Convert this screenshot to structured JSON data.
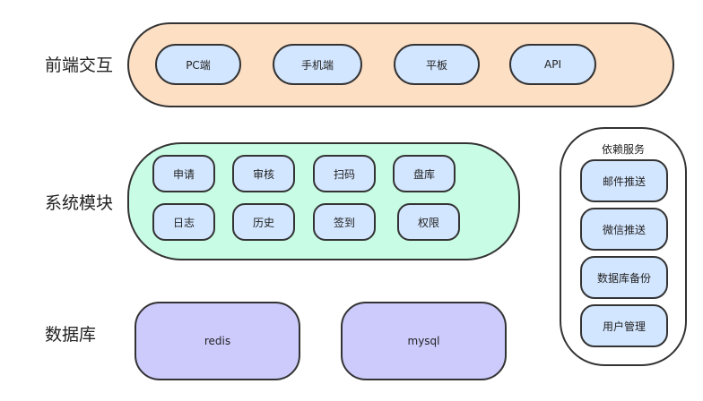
{
  "rows": {
    "frontend": "前端交互",
    "modules": "系统模块",
    "database": "数据库"
  },
  "frontend": {
    "items": [
      "PC端",
      "手机端",
      "平板",
      "API"
    ]
  },
  "modules": {
    "items": [
      "申请",
      "审核",
      "扫码",
      "盘库",
      "日志",
      "历史",
      "签到",
      "权限"
    ]
  },
  "database": {
    "items": [
      "redis",
      "mysql"
    ]
  },
  "dependencies": {
    "title": "依赖服务",
    "items": [
      "邮件推送",
      "微信推送",
      "数据库备份",
      "用户管理"
    ]
  },
  "colors": {
    "frontend_bg": "#fddfc4",
    "modules_bg": "#c8fce4",
    "pill_bg": "#d3e6ff",
    "db_bg": "#cccbfc",
    "border": "#333333"
  }
}
